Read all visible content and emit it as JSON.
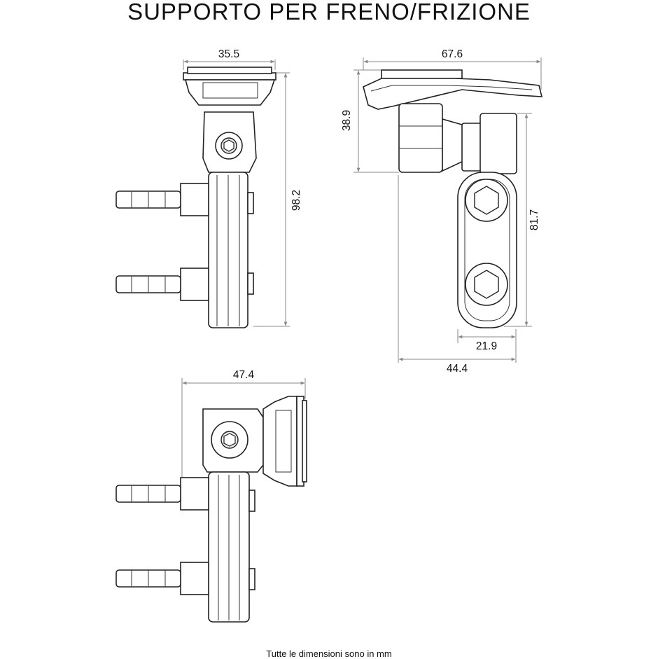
{
  "title": "SUPPORTO PER FRENO/FRIZIONE",
  "footer": "Tutte le dimensioni sono in mm",
  "dimensions": {
    "front_width": "35.5",
    "front_height": "98.2",
    "side_width": "67.6",
    "side_height_top": "38.9",
    "side_height_bottom": "81.7",
    "side_base_inner": "21.9",
    "side_base_outer": "44.4",
    "bottom_width": "47.4"
  }
}
